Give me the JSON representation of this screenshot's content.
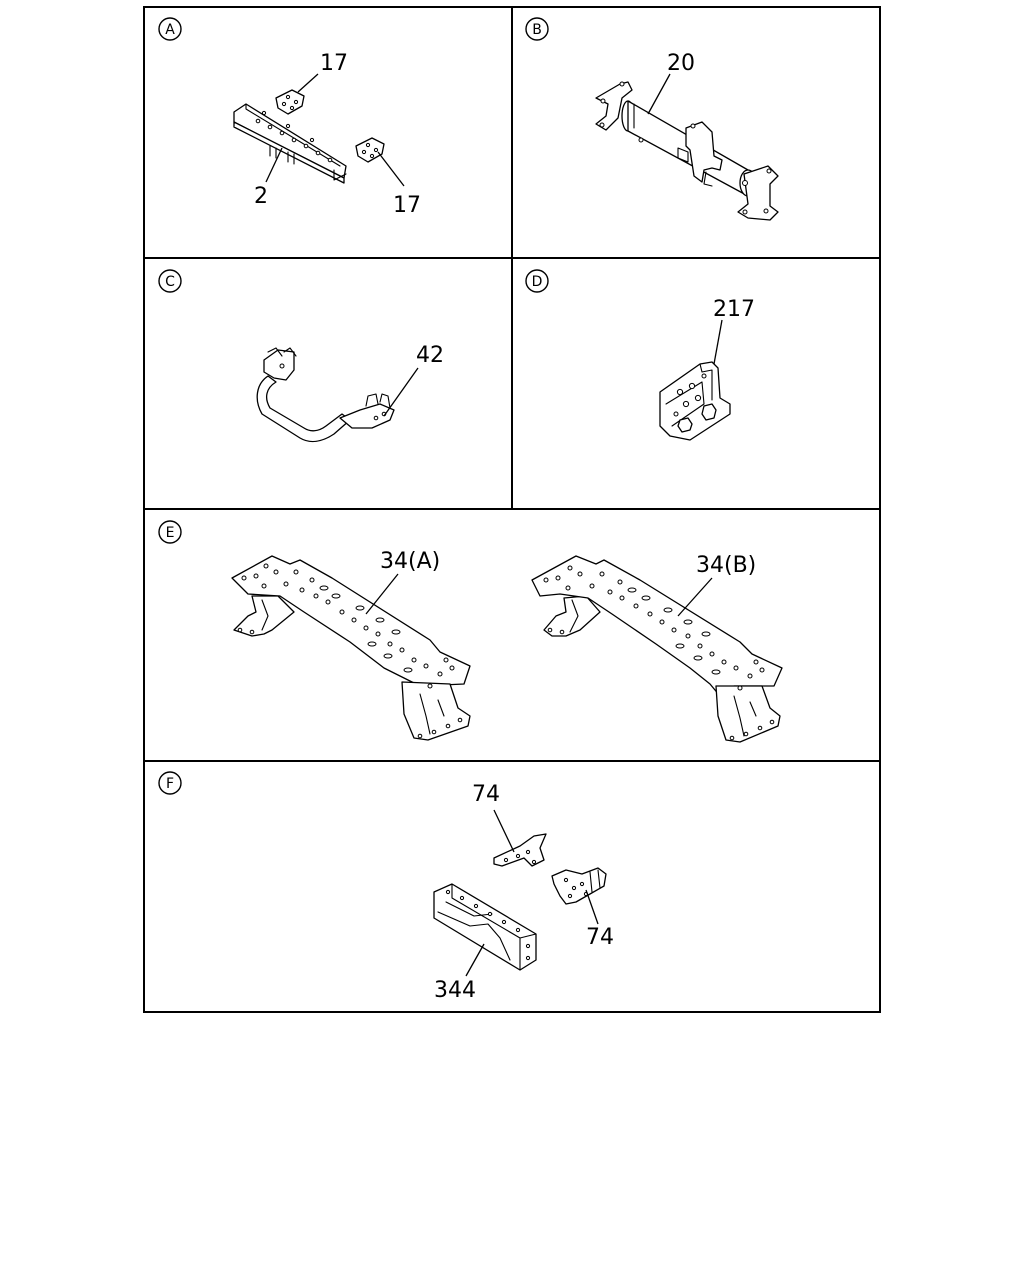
{
  "panels": {
    "a": {
      "letter": "A",
      "callouts": [
        "17",
        "2",
        "17"
      ]
    },
    "b": {
      "letter": "B",
      "callouts": [
        "20"
      ]
    },
    "c": {
      "letter": "C",
      "callouts": [
        "42"
      ]
    },
    "d": {
      "letter": "D",
      "callouts": [
        "217"
      ]
    },
    "e": {
      "letter": "E",
      "callouts": [
        "34(A)",
        "34(B)"
      ]
    },
    "f": {
      "letter": "F",
      "callouts": [
        "74",
        "74",
        "344"
      ]
    }
  }
}
